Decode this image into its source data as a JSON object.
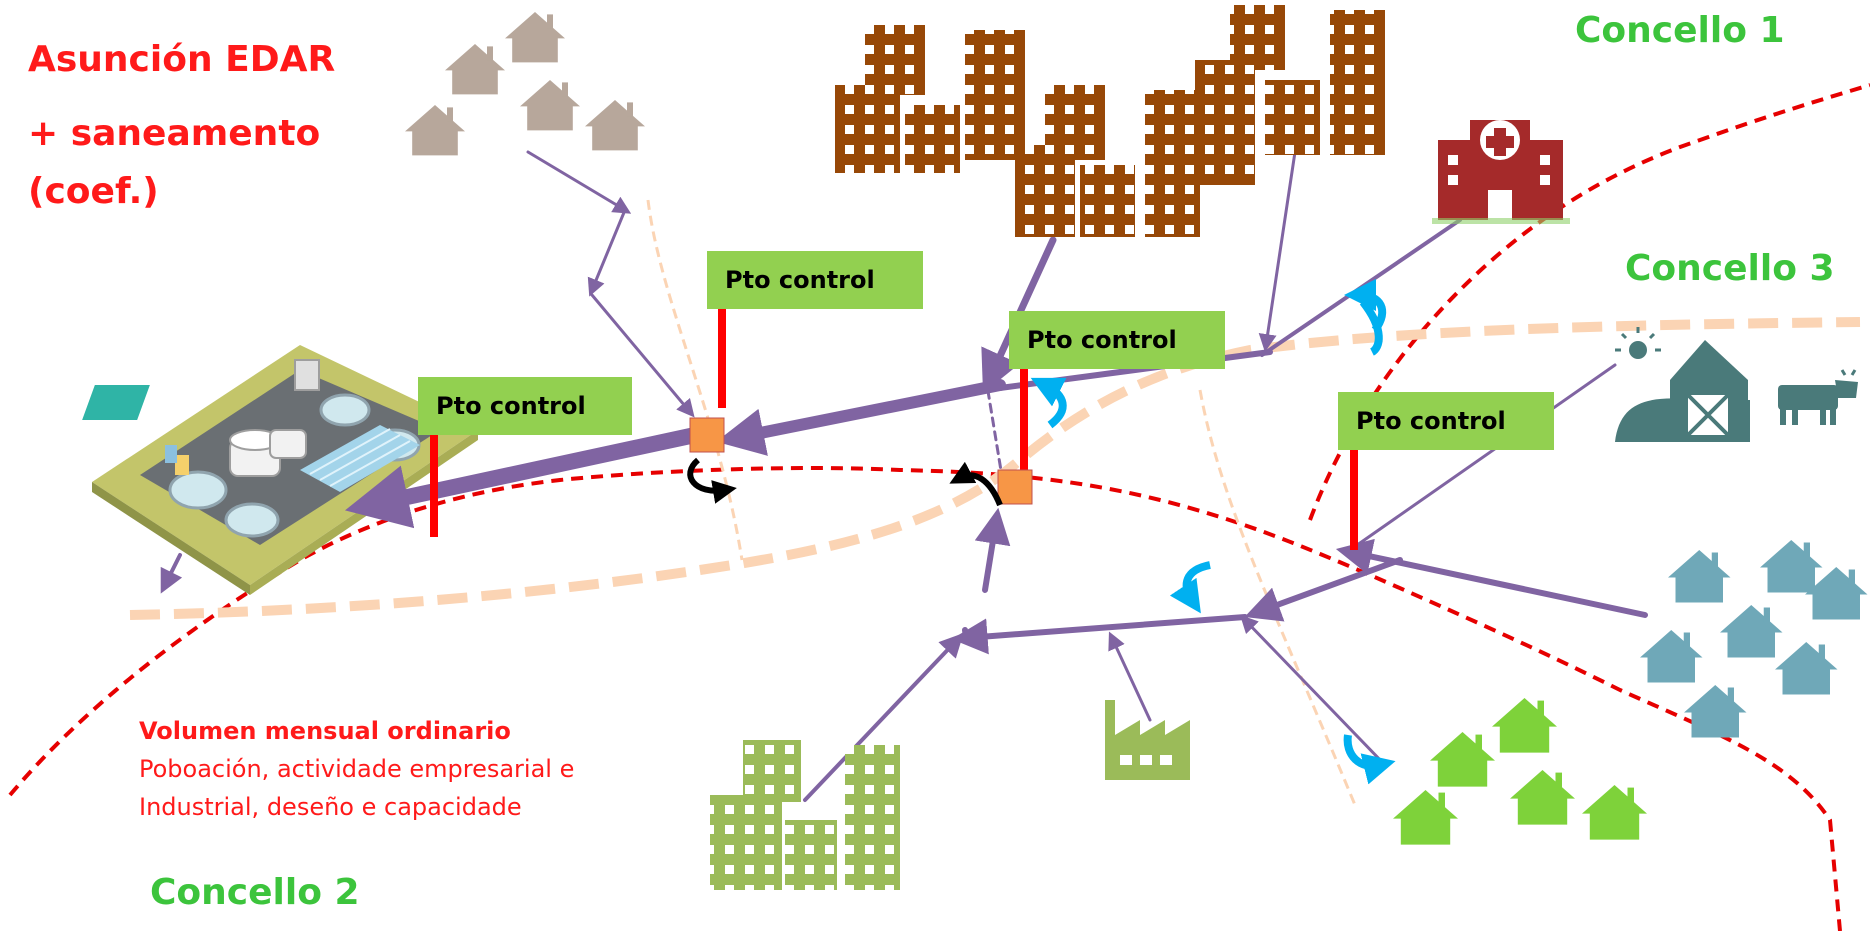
{
  "title": {
    "line1": "Asunción EDAR",
    "line2": "+ saneamento",
    "line3": "(coef.)"
  },
  "municipalities": {
    "m1": "Concello 1",
    "m2": "Concello 2",
    "m3": "Concello 3"
  },
  "control_points": {
    "cp1": "Pto control",
    "cp2": "Pto control",
    "cp3": "Pto control",
    "cp4": "Pto control"
  },
  "note": {
    "heading": "Volumen mensual ordinario",
    "line1": "Poboación, actividade empresarial e",
    "line2": "Industrial, deseño e capacidade"
  },
  "colors": {
    "title": "#ff1a1a",
    "municipality": "#3cc43c",
    "control_box": "#92d050",
    "control_pole": "#ff0000",
    "pipe": "#8064a2",
    "border": "#e60000",
    "river": "#fbd4b4",
    "city_brown": "#974807",
    "city_green": "#9bbb59",
    "houses_beige": "#b7a79b",
    "houses_teal": "#6fa8b8",
    "houses_green": "#7ed23a",
    "hospital": "#a52a2a",
    "farm": "#4a7a7a",
    "flow_arrow_blue": "#00b0f0",
    "node": "#f79646"
  },
  "icons": [
    "treatment-plant-icon",
    "house-icon",
    "building-icon",
    "hospital-icon",
    "farm-icon",
    "cow-icon",
    "factory-icon",
    "flow-arrow-icon"
  ]
}
